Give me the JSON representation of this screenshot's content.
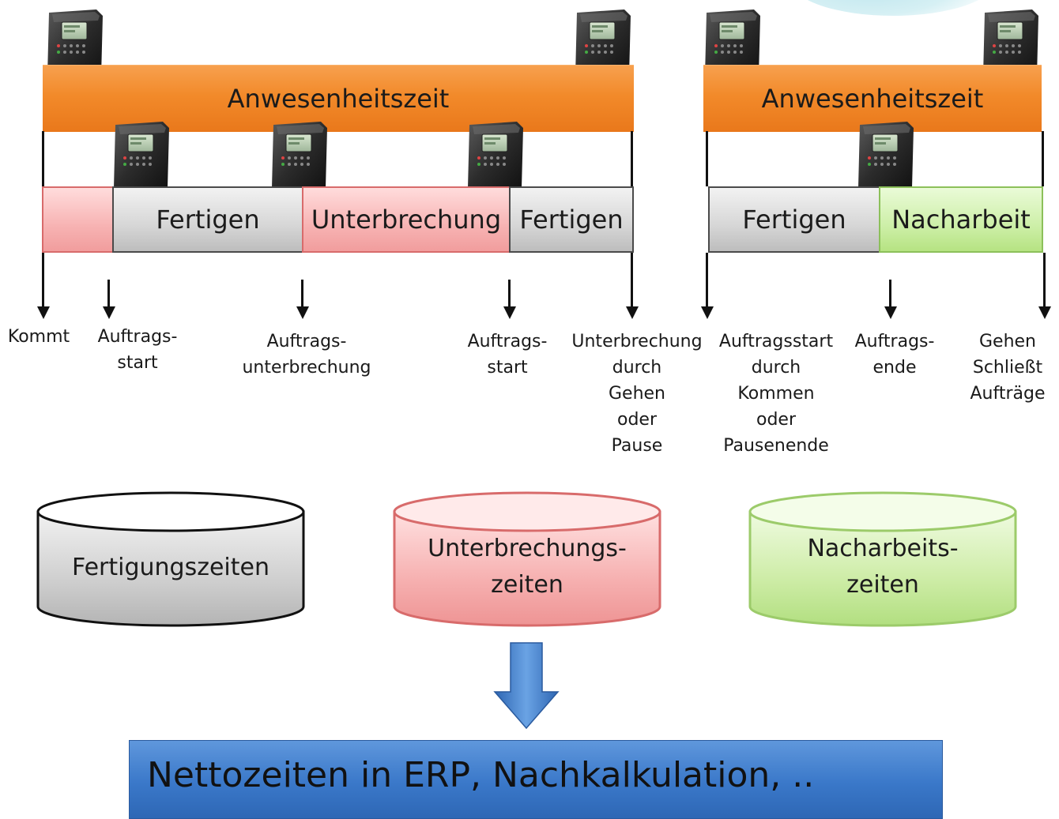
{
  "bars": {
    "presence_left": "Anwesenheitszeit",
    "presence_right": "Anwesenheitszeit"
  },
  "segments": {
    "left": [
      "",
      "Fertigen",
      "Unterbrechung",
      "Fertigen"
    ],
    "right": [
      "Fertigen",
      "Nacharbeit"
    ]
  },
  "events": {
    "kommt": "Kommt",
    "auftragsstart_1": "Auftrags-\nstart",
    "auftragsunterbrechung": "Auftrags-\nunterbrechung",
    "auftragsstart_2": "Auftrags-\nstart",
    "unterbrechung_gehen": "Unterbrechung\ndurch\nGehen\noder\nPause",
    "auftragsstart_kommen": "Auftragsstart\ndurch\nKommen\noder\nPausenende",
    "auftragsende": "Auftrags-\nende",
    "gehen": "Gehen\nSchließt\nAufträge"
  },
  "databases": {
    "fertigung": "Fertigungszeiten",
    "unterbrechung": "Unterbrechungs-\nzeiten",
    "nacharbeit": "Nacharbeits-\nzeiten"
  },
  "result": "Nettozeiten in ERP, Nachkalkulation, ..",
  "colors": {
    "presence": "#f28a2a",
    "interruption": "#f7b3b3",
    "production": "#d6d6d6",
    "rework": "#cdefa8",
    "result": "#3a78c9"
  },
  "icons": [
    "time-terminal-icon",
    "down-arrow-icon",
    "database-icon"
  ]
}
